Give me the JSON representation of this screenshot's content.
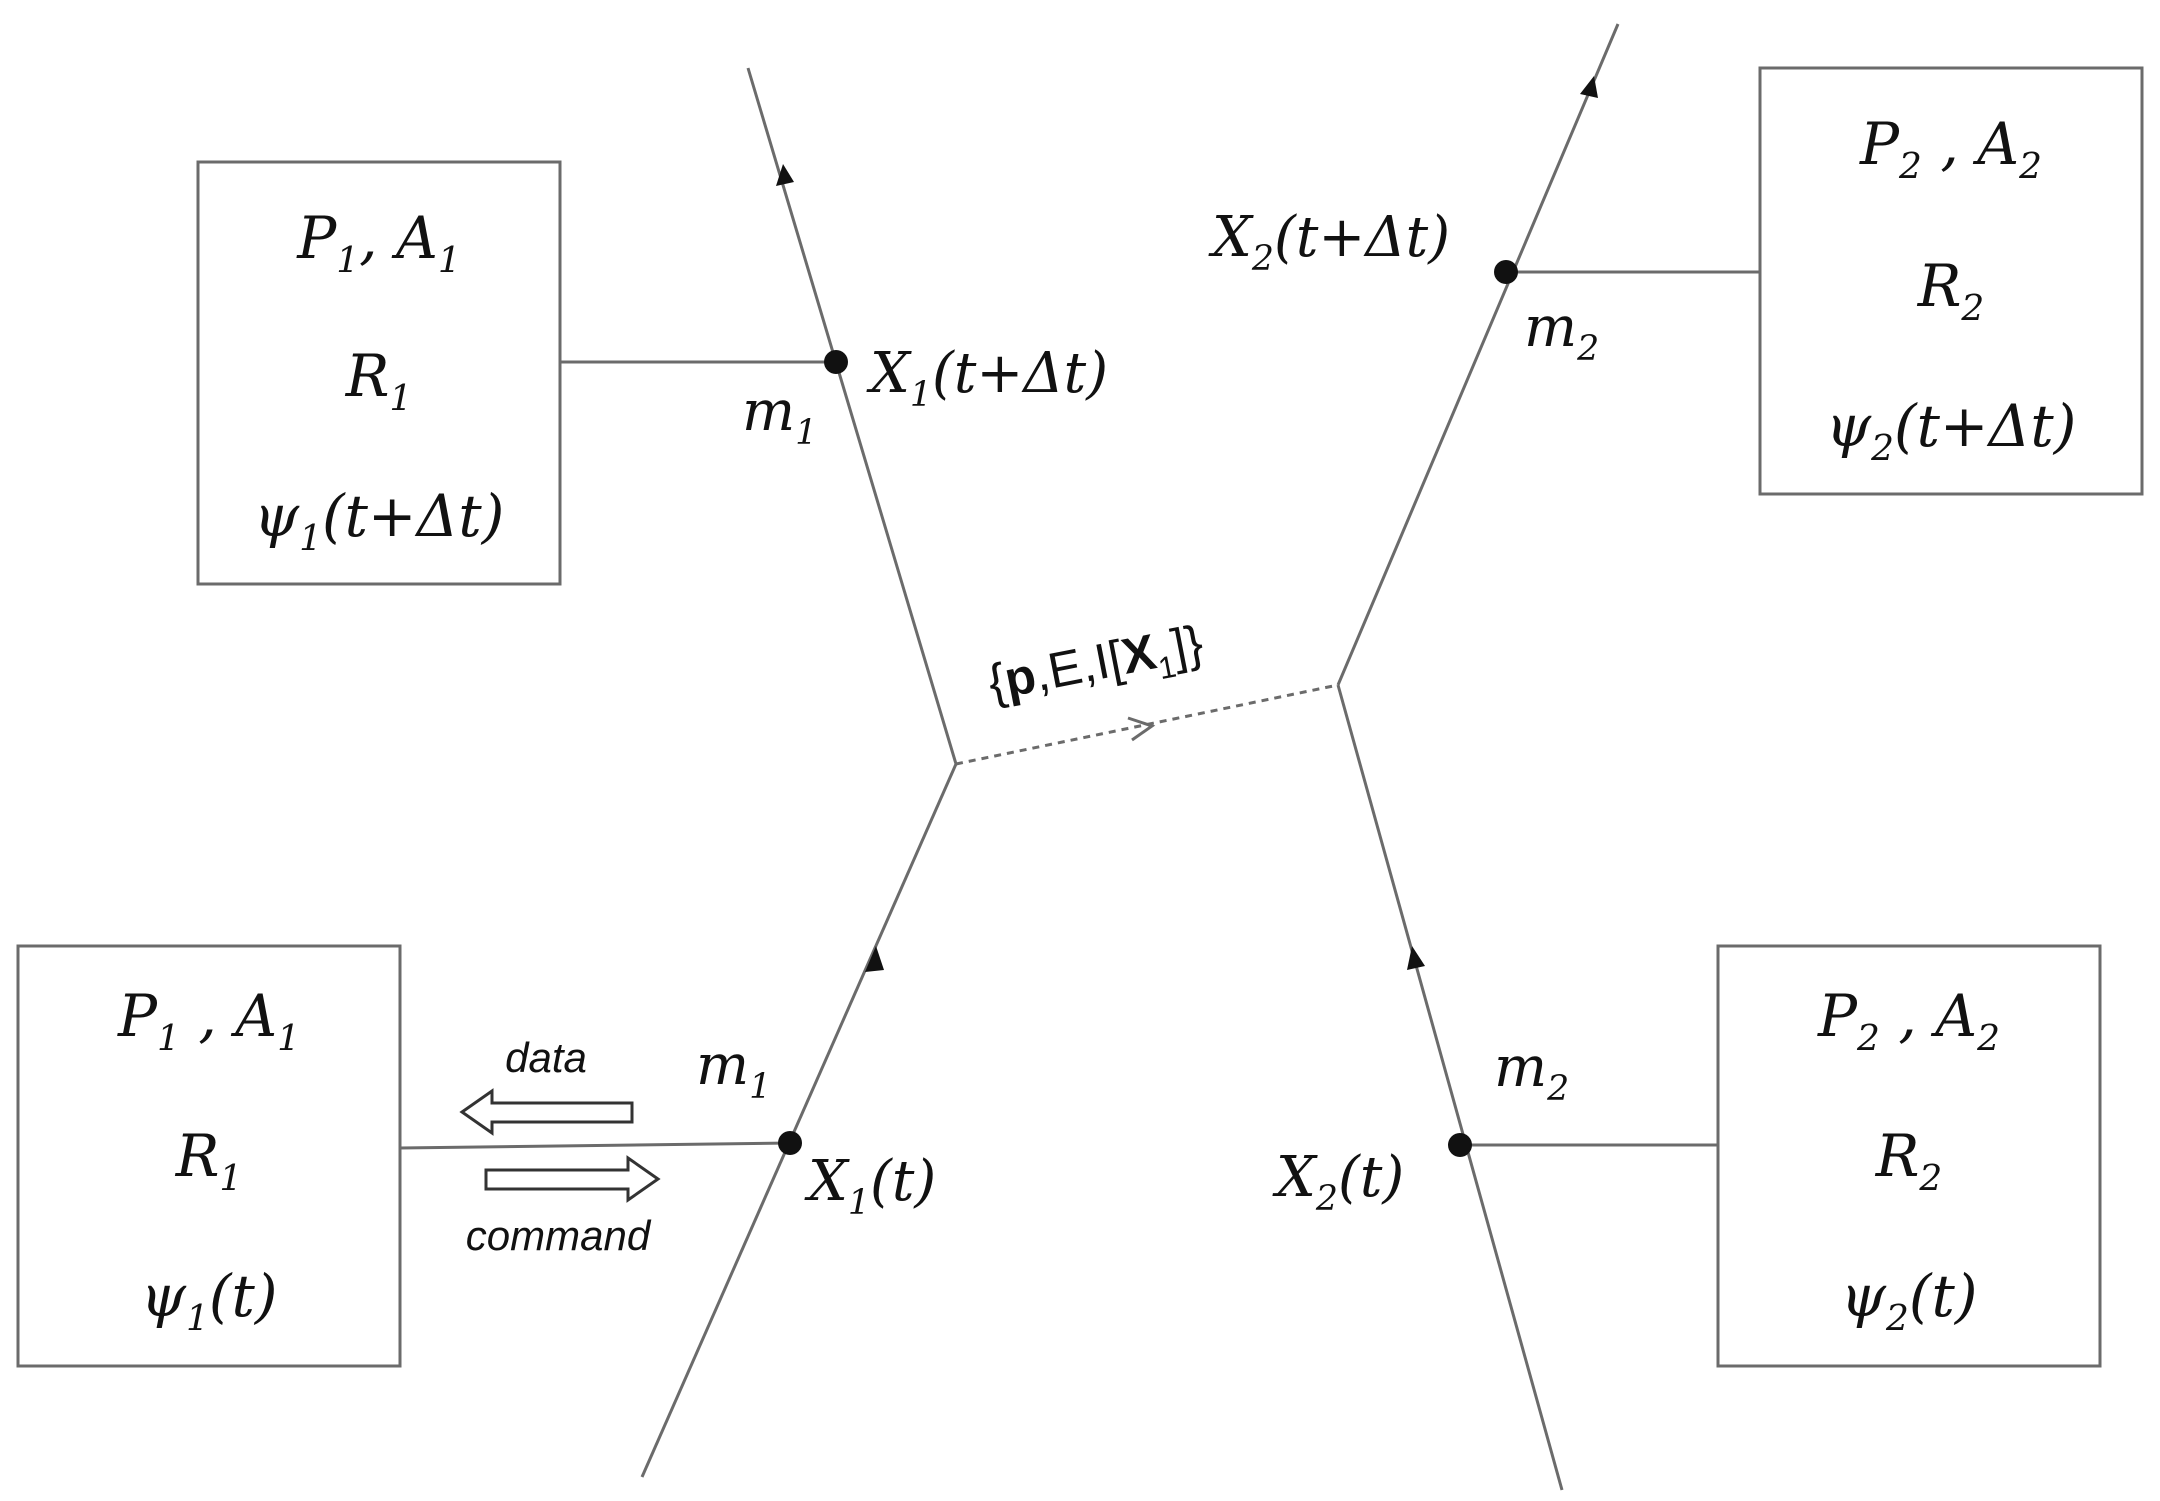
{
  "boxes": {
    "top_left": {
      "line1": {
        "a": "P",
        "a_sub": "1",
        "b": ", A",
        "b_sub": "1"
      },
      "line2": {
        "a": "R",
        "a_sub": "1"
      },
      "line3": {
        "a": "ψ",
        "a_sub": "1",
        "b": "(t+Δt)"
      }
    },
    "top_right": {
      "line1": {
        "a": "P",
        "a_sub": "2",
        "b": " , A",
        "b_sub": "2"
      },
      "line2": {
        "a": "R",
        "a_sub": "2"
      },
      "line3": {
        "a": "ψ",
        "a_sub": "2",
        "b": "(t+Δt)"
      }
    },
    "bottom_left": {
      "line1": {
        "a": "P",
        "a_sub": "1",
        "b": " , A",
        "b_sub": "1"
      },
      "line2": {
        "a": "R",
        "a_sub": "1"
      },
      "line3": {
        "a": "ψ",
        "a_sub": "1",
        "b": "(t)"
      }
    },
    "bottom_right": {
      "line1": {
        "a": "P",
        "a_sub": "2",
        "b": " , A",
        "b_sub": "2"
      },
      "line2": {
        "a": "R",
        "a_sub": "2"
      },
      "line3": {
        "a": "ψ",
        "a_sub": "2",
        "b": "(t)"
      }
    }
  },
  "points": {
    "x1_future": {
      "a": "X",
      "a_sub": "1",
      "b": "(t+Δt)"
    },
    "x2_future": {
      "a": "X",
      "a_sub": "2",
      "b": "(t+Δt)"
    },
    "x1_now": {
      "a": "X",
      "a_sub": "1",
      "b": "(t)"
    },
    "x2_now": {
      "a": "X",
      "a_sub": "2",
      "b": "(t)"
    }
  },
  "masses": {
    "m1_top": {
      "a": "m",
      "a_sub": "1"
    },
    "m2_top": {
      "a": "m",
      "a_sub": "2"
    },
    "m1_bottom": {
      "a": "m",
      "a_sub": "1"
    },
    "m2_bottom": {
      "a": "m",
      "a_sub": "2"
    }
  },
  "message": {
    "open": "{",
    "p": "p",
    "mid": ",E,I[",
    "x": "X",
    "x_sub": "1",
    "close": "]}"
  },
  "arrows": {
    "data_label": "data",
    "command_label": "command"
  }
}
